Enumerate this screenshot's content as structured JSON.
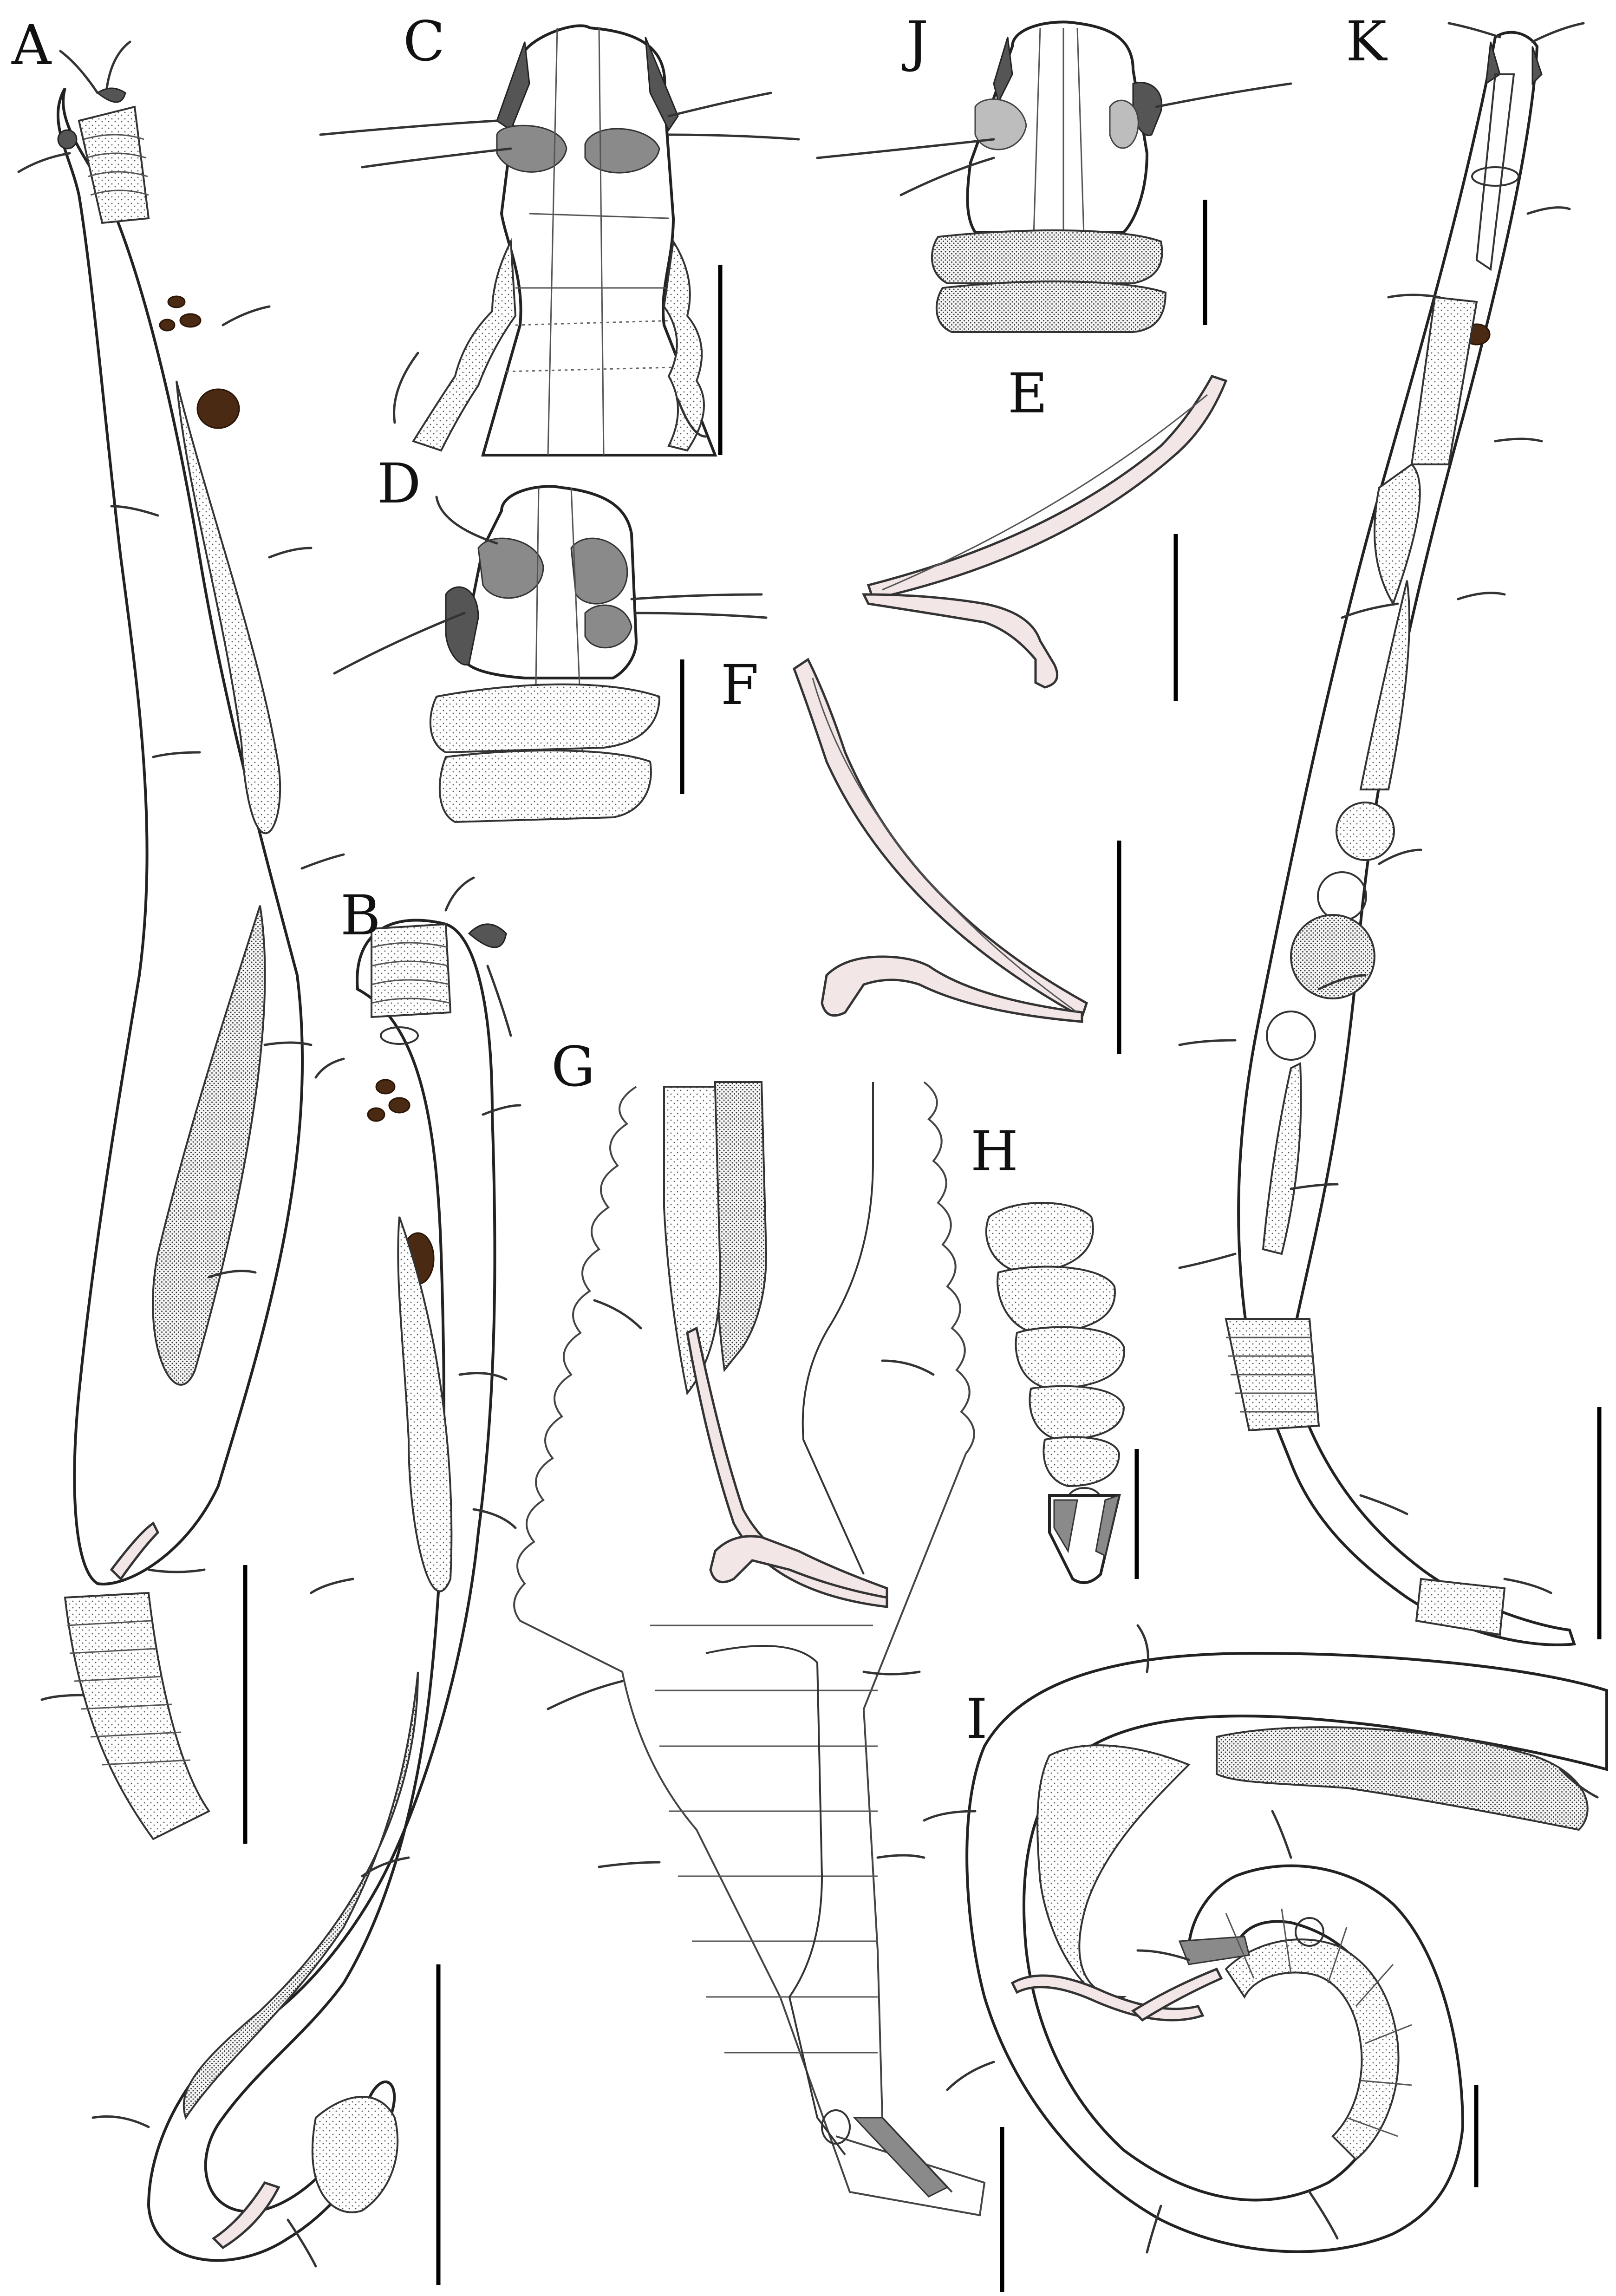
{
  "figure": {
    "panels": [
      {
        "id": "A",
        "label": "A"
      },
      {
        "id": "B",
        "label": "B"
      },
      {
        "id": "C",
        "label": "C"
      },
      {
        "id": "D",
        "label": "D"
      },
      {
        "id": "E",
        "label": "E"
      },
      {
        "id": "F",
        "label": "F"
      },
      {
        "id": "G",
        "label": "G"
      },
      {
        "id": "H",
        "label": "H"
      },
      {
        "id": "I",
        "label": "I"
      },
      {
        "id": "J",
        "label": "J"
      },
      {
        "id": "K",
        "label": "K"
      }
    ]
  },
  "colors": {
    "line": "#222222",
    "pigment_spots": "#4a2a12",
    "shading_dark": "#555555",
    "shading_mid": "#8a8a8a",
    "shading_light": "#bdbdbd",
    "spicule_fill": "#f2e6e6",
    "background": "#ffffff"
  }
}
